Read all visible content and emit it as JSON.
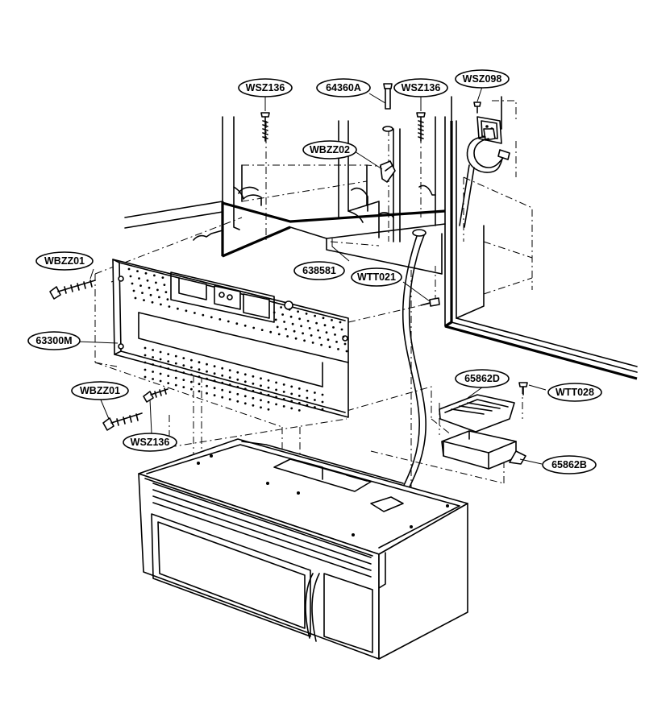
{
  "labels": {
    "wsz136_top_left": "WSZ136",
    "p64360a": "64360A",
    "wsz136_top_right": "WSZ136",
    "wsz098": "WSZ098",
    "wbzz02": "WBZZ02",
    "wbzz01_left": "WBZZ01",
    "p638581": "638581",
    "wtt021": "WTT021",
    "p63300m": "63300M",
    "p65862d": "65862D",
    "wtt028": "WTT028",
    "wbzz01_lower": "WBZZ01",
    "p65862b": "65862B",
    "wsz136_lower": "WSZ136"
  }
}
